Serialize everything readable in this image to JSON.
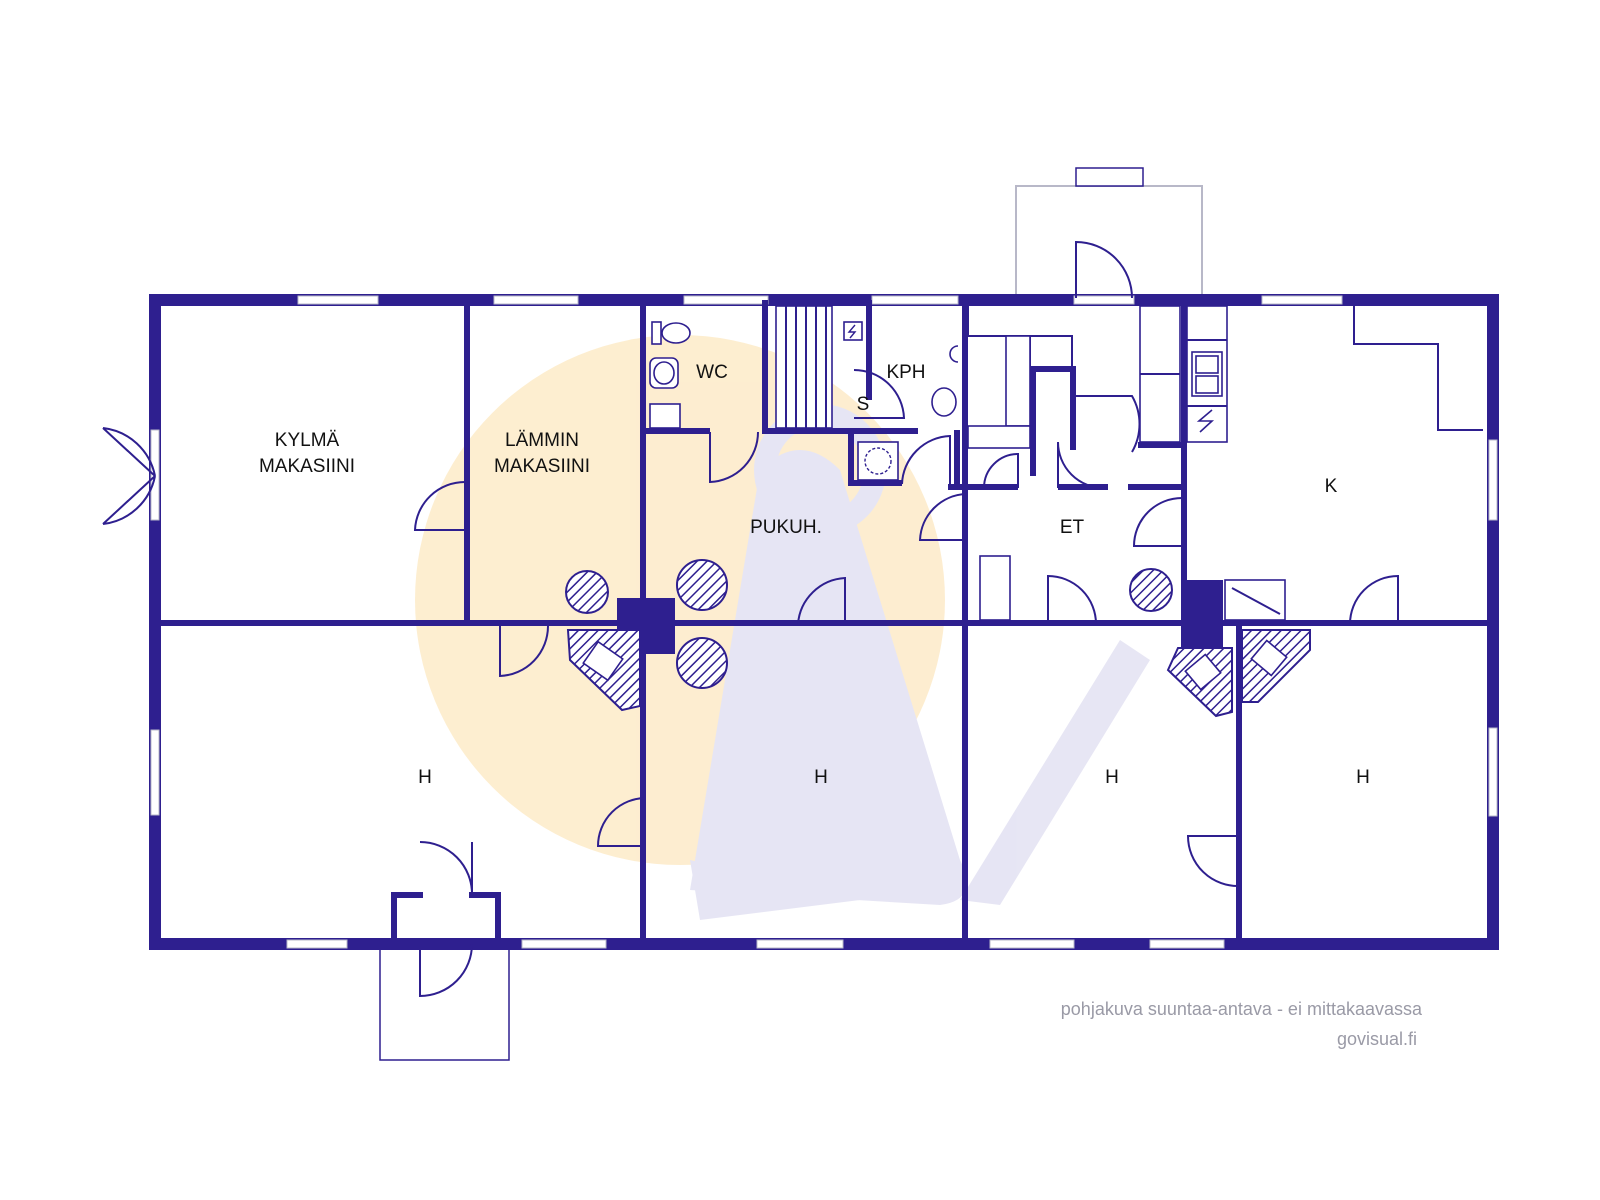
{
  "colors": {
    "wall": "#2e1f8f",
    "watermark_orange": "#fbe3b0",
    "watermark_blue": "#d9d8ee",
    "note": "#9a9aa6"
  },
  "rooms": {
    "kylma_makasiini": [
      "KYLMÄ",
      "MAKASIINI"
    ],
    "lammin_makasiini": [
      "LÄMMIN",
      "MAKASIINI"
    ],
    "wc": "WC",
    "kph": "KPH",
    "sauna": "S",
    "pukuh": "PUKUH.",
    "et": "ET",
    "k": "K",
    "h1": "H",
    "h2": "H",
    "h3": "H",
    "h4": "H"
  },
  "footer": {
    "disclaimer": "pohjakuva suuntaa-antava - ei mittakaavassa",
    "brand": "govisual.fi"
  },
  "icons": [
    "toilet-icon",
    "sink-icon",
    "stove-icon",
    "shower-icon",
    "sauna-stove-icon",
    "fireplace-icon"
  ]
}
